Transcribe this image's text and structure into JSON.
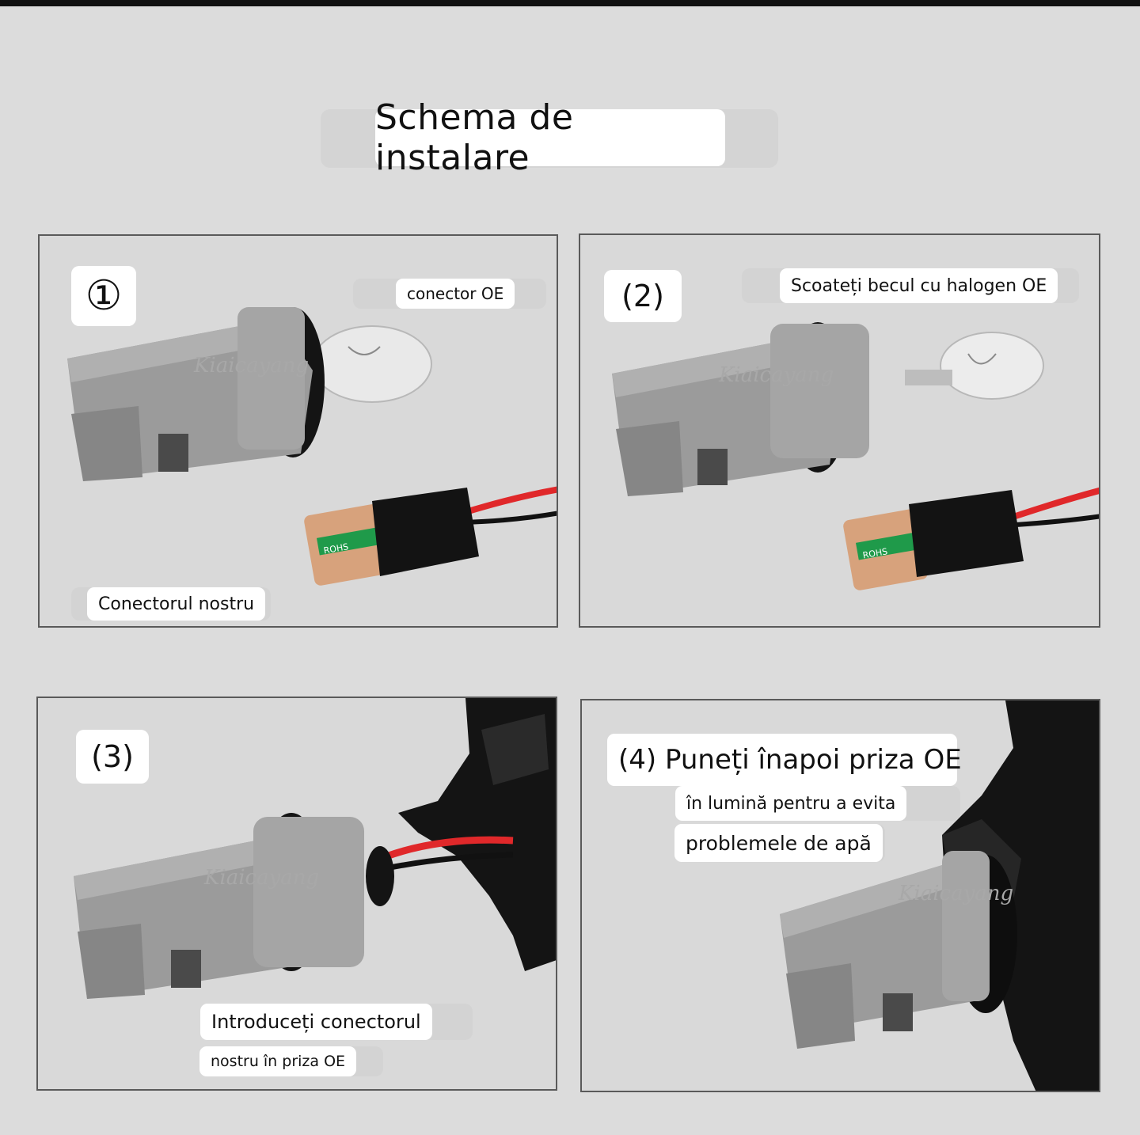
{
  "title": "Schema de instalare",
  "panels": [
    {
      "step": "①",
      "labels": [
        "conector OE",
        "Conectorul nostru"
      ]
    },
    {
      "step": "(2)",
      "labels": [
        "Scoateți becul cu halogen OE"
      ]
    },
    {
      "step": "(3)",
      "labels": [
        "Introduceți conectorul",
        "nostru în priza OE"
      ]
    },
    {
      "step": "(4) Puneți înapoi priza OE",
      "labels": [
        "în lumină pentru a evita",
        "problemele de apă"
      ]
    }
  ],
  "watermark": "Kiaicayang",
  "pcb_marking": "ROHS",
  "colors": {
    "background": "#dcdcdc",
    "connector_gray": "#9b9b9b",
    "seal_black": "#111111",
    "pcb_green": "#1f9a4a",
    "pcb_copper": "#d7a27c",
    "wire_red": "#e0282a"
  }
}
